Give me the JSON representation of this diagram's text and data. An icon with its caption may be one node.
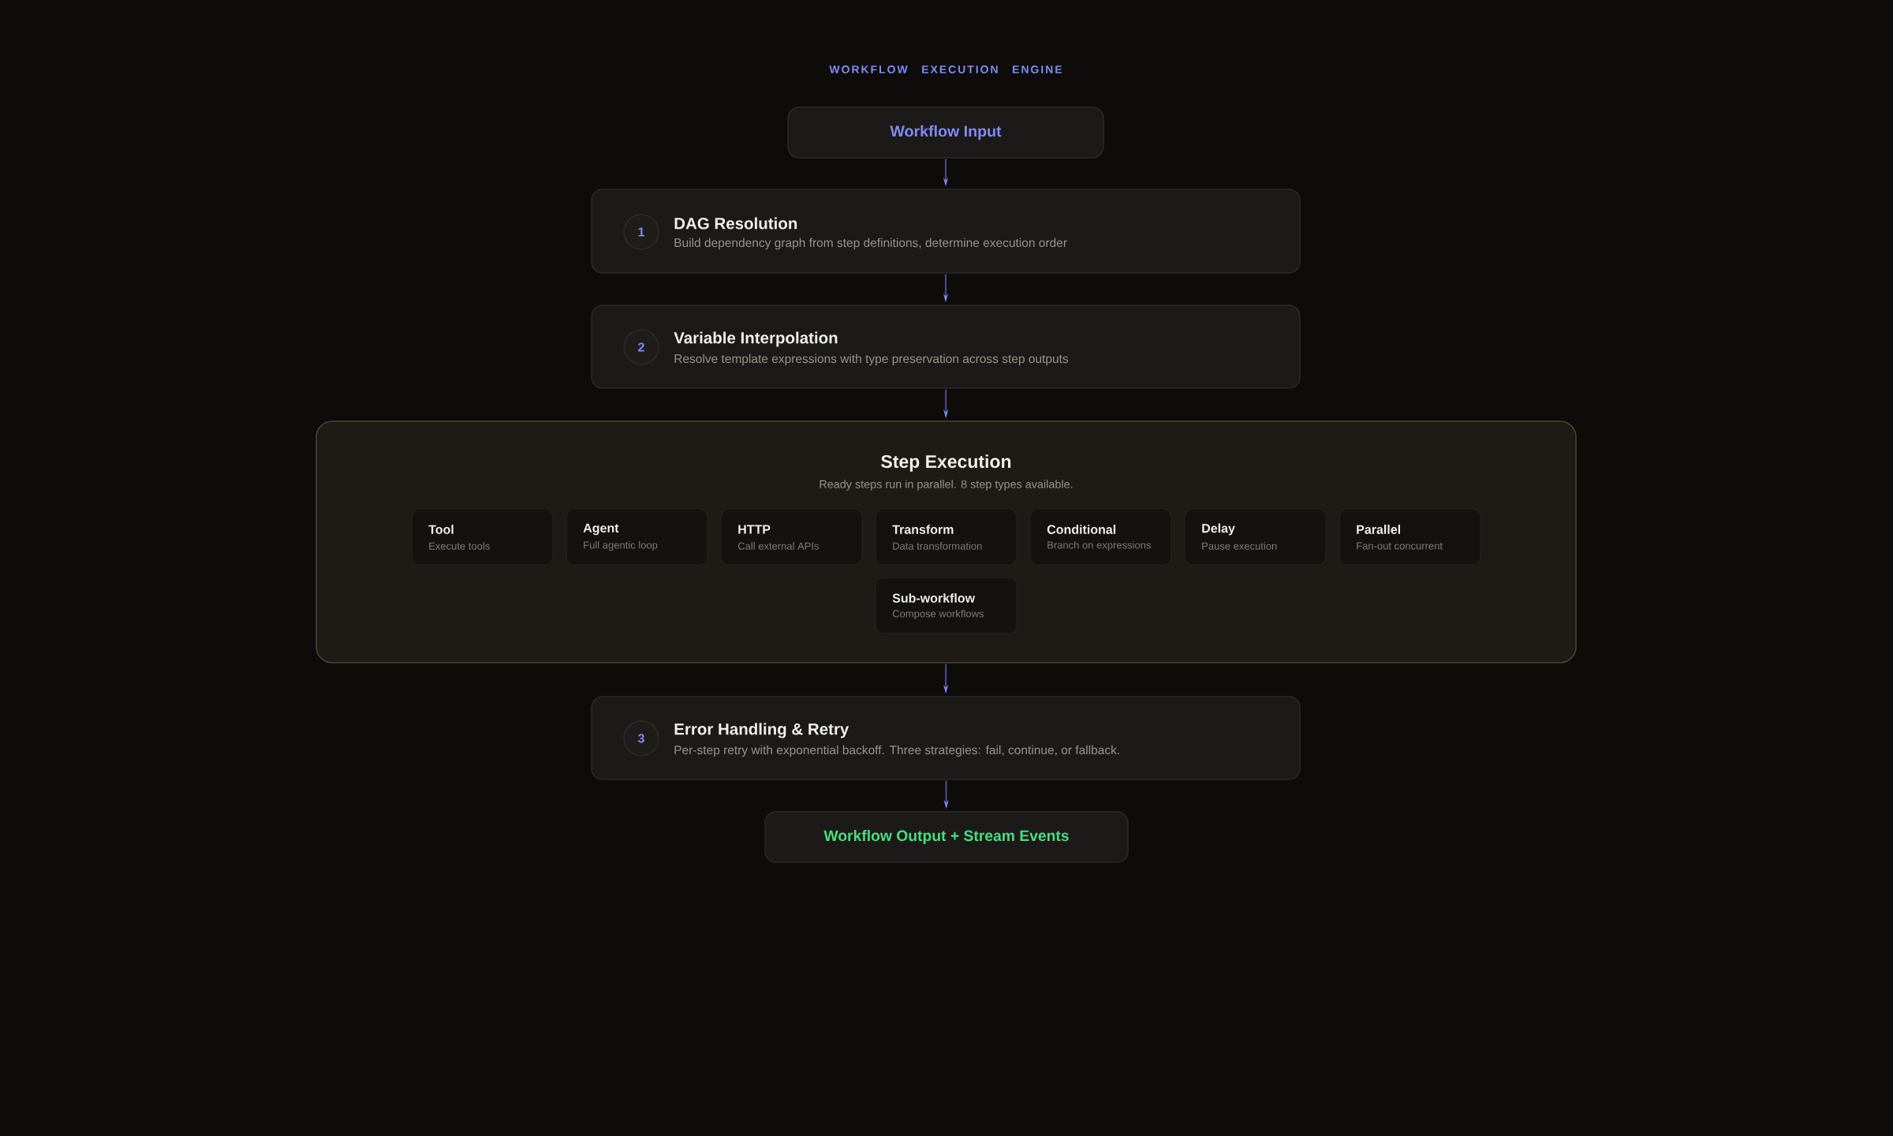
{
  "diagram": {
    "title": "WORKFLOW EXECUTION ENGINE",
    "nodes": [
      {
        "text": [
          "Workflow Input"
        ]
      },
      {
        "text": [
          "DAG Resolution",
          "Build dependency graph from step definitions, determine execution order"
        ]
      },
      {
        "text": [
          "1"
        ],
        "in": 1
      },
      {
        "text": [
          "Variable Interpolation",
          "Resolve template expressions with type preservation across step outputs"
        ]
      },
      {
        "text": [
          "2"
        ],
        "in": 3
      },
      {
        "text": [
          "Step Execution",
          "Ready steps run in parallel. 8 step types available."
        ]
      },
      {
        "text": [
          "Tool",
          "Execute tools"
        ],
        "in": 5
      },
      {
        "text": [
          "Agent",
          "Full agentic loop"
        ],
        "in": 5
      },
      {
        "text": [
          "HTTP",
          "Call external APIs"
        ],
        "in": 5
      },
      {
        "text": [
          "Transform",
          "Data transformation"
        ],
        "in": 5
      },
      {
        "text": [
          "Conditional",
          "Branch on expressions"
        ],
        "in": 5
      },
      {
        "text": [
          "Delay",
          "Pause execution"
        ],
        "in": 5
      },
      {
        "text": [
          "Parallel",
          "Fan-out concurrent"
        ],
        "in": 5
      },
      {
        "text": [
          "Sub-workflow",
          "Compose workflows"
        ],
        "in": 5
      },
      {
        "text": [
          "Error Handling & Retry",
          "Per-step retry with exponential backoff. Three strategies: fail, continue, or fallback."
        ]
      },
      {
        "text": [
          "3"
        ],
        "in": 14
      },
      {
        "text": [
          "Workflow Output + Stream Events"
        ]
      }
    ],
    "edges": [
      {
        "from": 0,
        "to": 1,
        "arrow": "to"
      },
      {
        "from": 1,
        "to": 3,
        "arrow": "to"
      },
      {
        "from": 3,
        "to": 5,
        "arrow": "to"
      },
      {
        "from": 5,
        "to": 14,
        "arrow": "to"
      },
      {
        "from": 14,
        "to": 16,
        "arrow": "to"
      }
    ]
  }
}
